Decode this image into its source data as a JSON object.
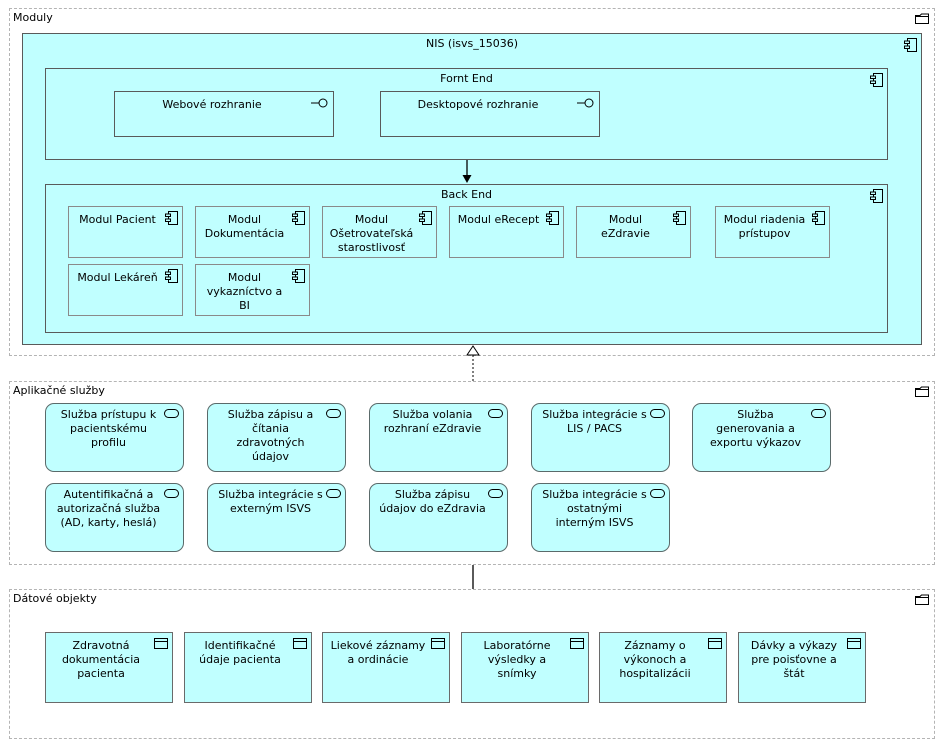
{
  "groups": {
    "moduly": "Moduly",
    "aplikacne_sluzby": "Aplikačné služby",
    "datove_objekty": "Dátové objekty"
  },
  "nis": {
    "title": "NIS (isvs_15036)"
  },
  "front_end": {
    "title": "Fornt End",
    "interfaces": [
      "Webové rozhranie",
      "Desktopové rozhranie"
    ]
  },
  "back_end": {
    "title": "Back End",
    "modules": [
      "Modul Pacient",
      "Modul\nDokumentácia",
      "Modul\nOšetrovateľská\nstarostlivosť",
      "Modul eRecept",
      "Modul\neZdravie",
      "Modul riadenia\nprístupov",
      "Modul Lekáreň",
      "Modul\nvykazníctvo a\nBI"
    ]
  },
  "services": [
    "Služba prístupu k\npacientskému\nprofilu",
    "Služba zápisu a\nčítania\nzdravotných\núdajov",
    "Služba volania\nrozhraní eZdravie",
    "Služba integrácie s\nLIS / PACS",
    "Služba\ngenerovania a\nexportu výkazov",
    "Autentifikačná a\nautorizačná služba\n(AD, karty, heslá)",
    "Služba integrácie s\nexterným ISVS",
    "Služba zápisu\núdajov do eZdravia",
    "Služba integrácie s\nostatnými\ninterným ISVS"
  ],
  "data_objects": [
    "Zdravotná\ndokumentácia\npacienta",
    "Identifikačné\núdaje pacienta",
    "Liekové záznamy\na ordinácie",
    "Laboratórne\nvýsledky a\nsnímky",
    "Záznamy o\nvýkonoch a\nhospitalizácii",
    "Dávky a výkazy\npre poisťovne a\nštát"
  ],
  "colors": {
    "element_fill": "#c0ffff",
    "group_border": "#b4b4b4"
  }
}
